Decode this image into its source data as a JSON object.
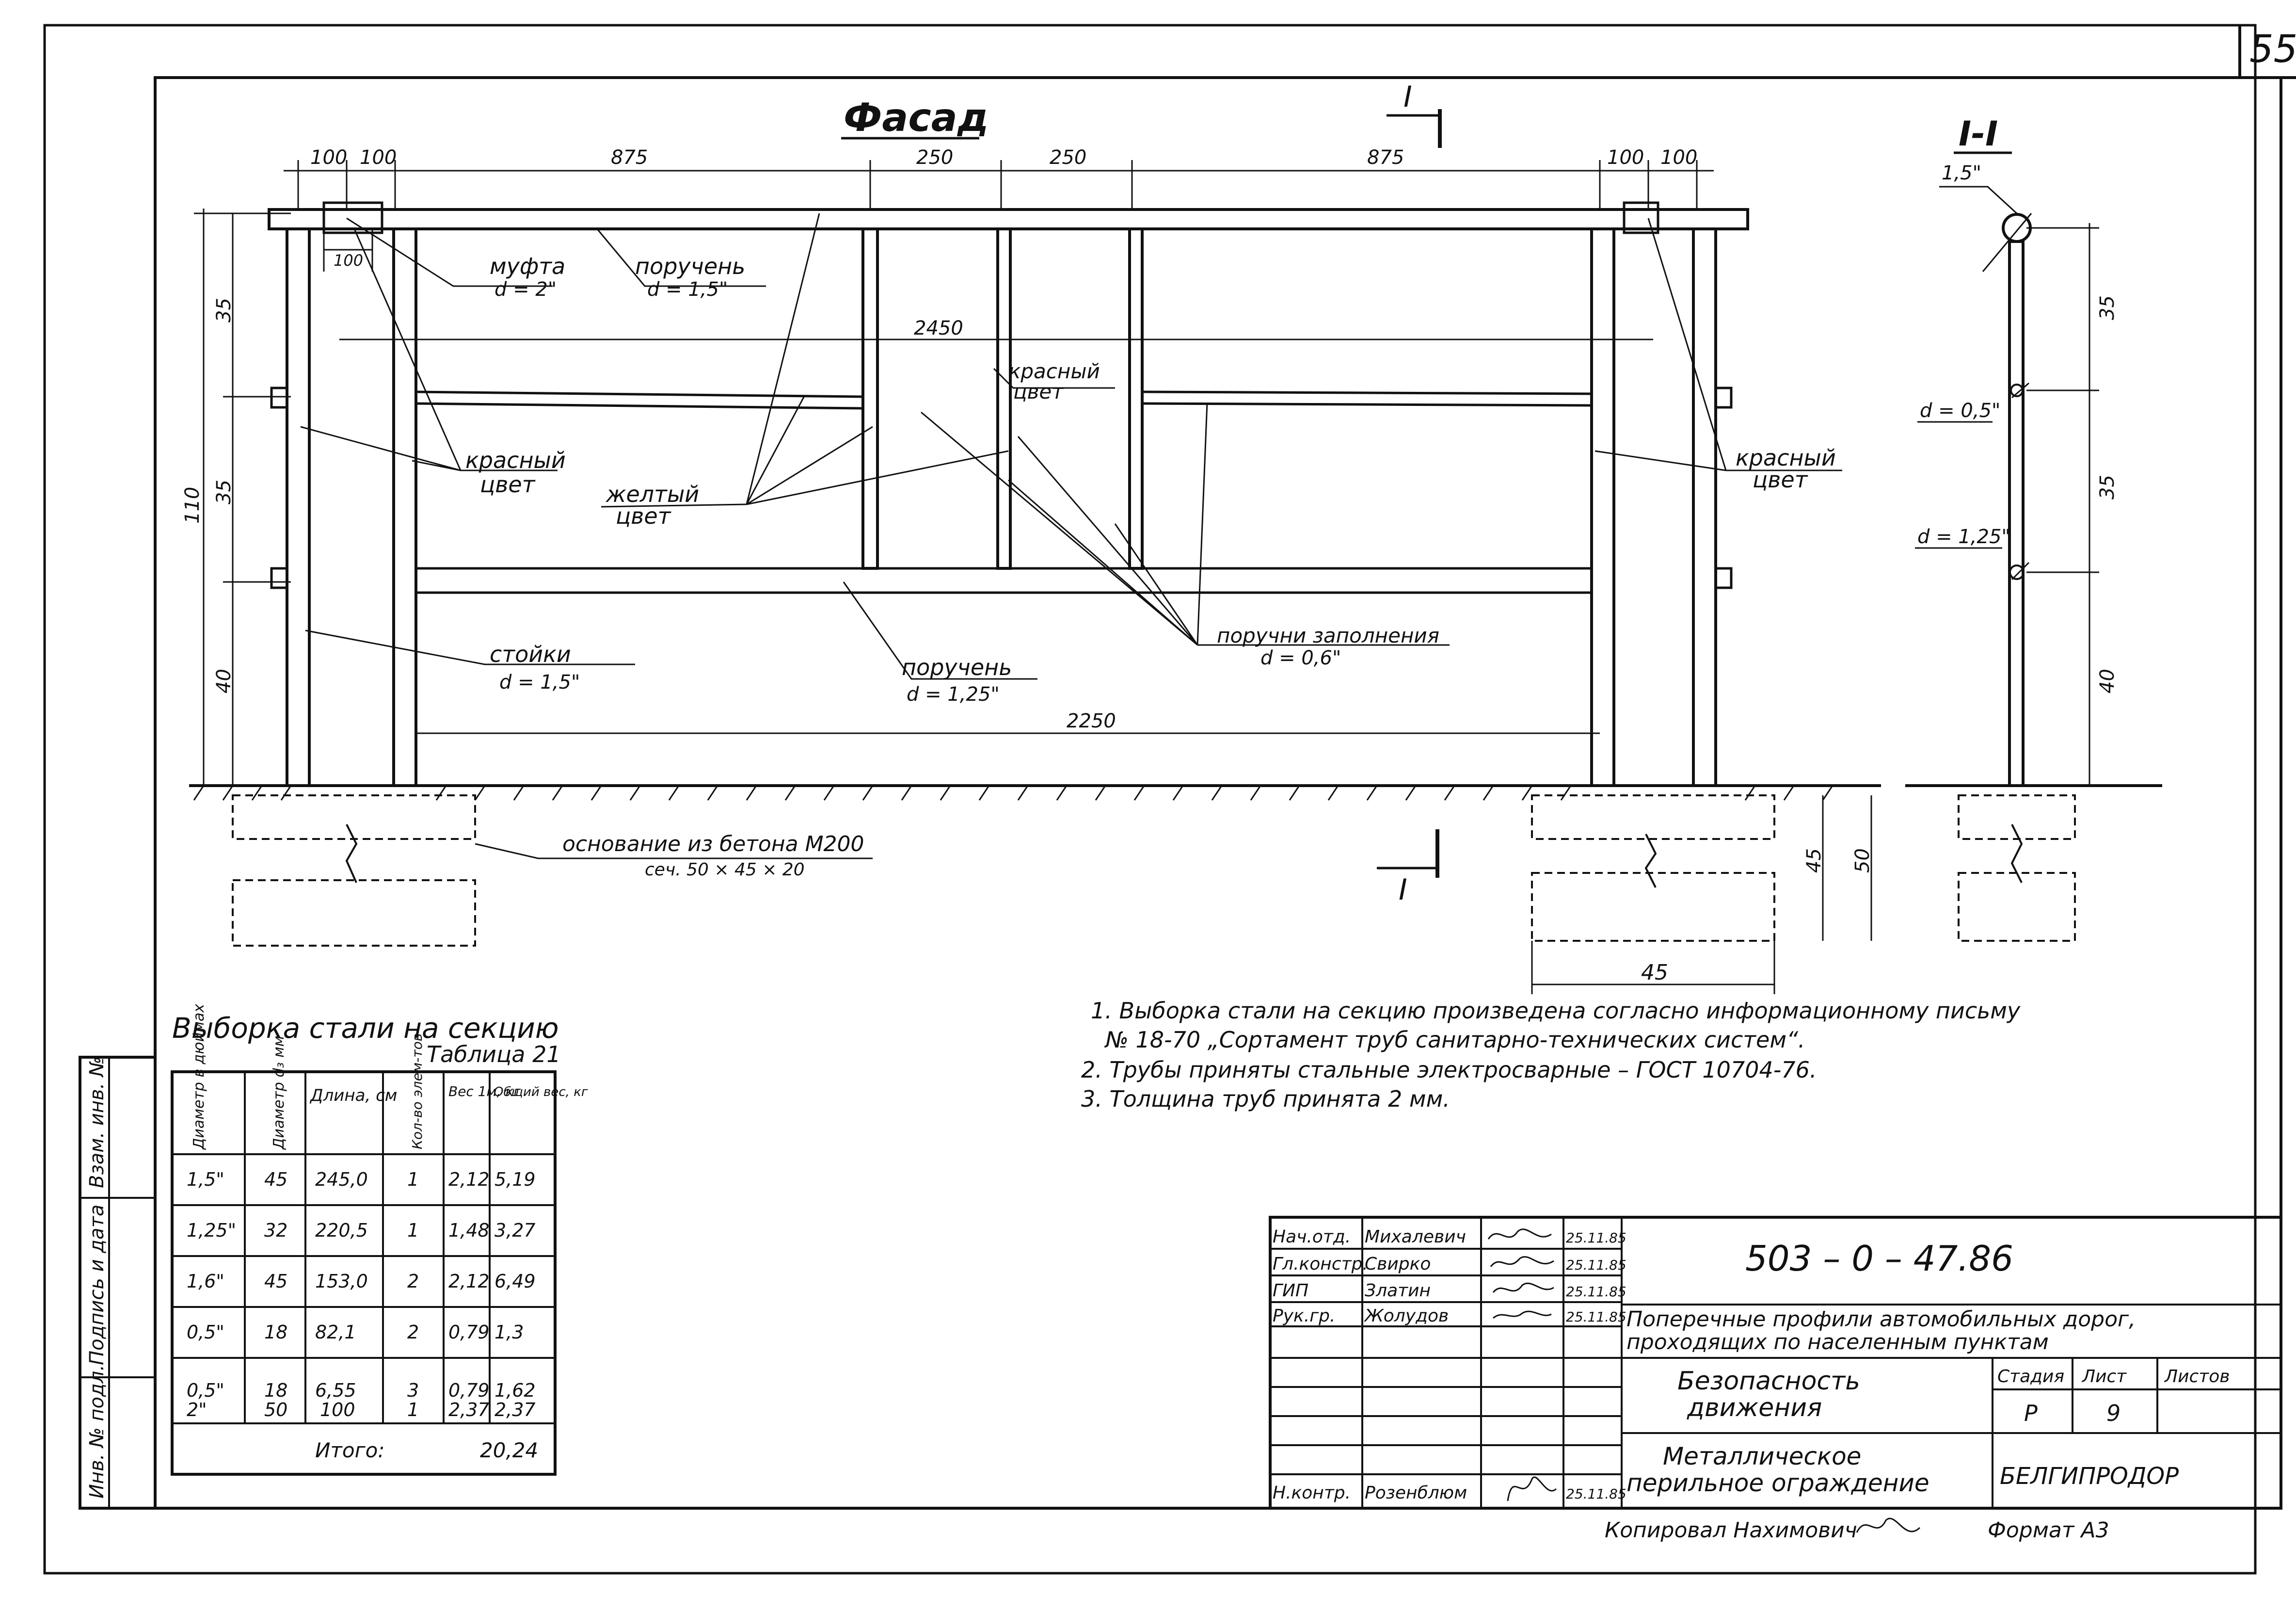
{
  "sheet": {
    "page_number": "55"
  },
  "facade": {
    "title": "Фасад",
    "section_mark": "I",
    "dims_top": [
      "100",
      "100",
      "875",
      "250",
      "250",
      "875",
      "100",
      "100"
    ],
    "dim_2450": "2450",
    "dim_2250": "2250",
    "dim_100": "100",
    "dims_left": [
      "35",
      "35",
      "40"
    ],
    "dim_total_left": "110",
    "labels": {
      "mufta": "муфта",
      "mufta_d": "d = 2\"",
      "poruchen_top": "поручень",
      "poruchen_top_d": "d = 1,5\"",
      "red_left": "красный",
      "red_left_2": "цвет",
      "yellow": "желтый",
      "yellow_2": "цвет",
      "red_mid": "красный",
      "red_mid_2": "цвет",
      "red_right": "красный",
      "red_right_2": "цвет",
      "stoyki": "стойки",
      "stoyki_d": "d = 1,5\"",
      "poruchen_low": "поручень",
      "poruchen_low_d": "d = 1,25\"",
      "fill_rails": "поручни заполнения",
      "fill_rails_d": "d = 0,6\"",
      "base": "основание из бетона М200",
      "base_sec": "сеч. 50 × 45 × 20"
    }
  },
  "section": {
    "title": "I-I",
    "top_d": "1,5\"",
    "d1": "d = 0,5\"",
    "d2": "d = 1,25\"",
    "dims": [
      "35",
      "35",
      "40"
    ],
    "footing_dims": [
      "45",
      "50",
      "45"
    ]
  },
  "steel_table": {
    "title": "Выборка стали на секцию",
    "subtitle": "Таблица 21",
    "headers": [
      "Диаметр в дюймах",
      "Диаметр d₃ мм",
      "Длина, см",
      "Кол-во элем-тов",
      "Вес 1м, кг",
      "Общий вес, кг"
    ],
    "rows": [
      [
        "1,5\"",
        "45",
        "245,0",
        "1",
        "2,12",
        "5,19"
      ],
      [
        "1,25\"",
        "32",
        "220,5",
        "1",
        "1,48",
        "3,27"
      ],
      [
        "1,6\"",
        "45",
        "153,0",
        "2",
        "2,12",
        "6,49"
      ],
      [
        "0,5\"",
        "18",
        "82,1",
        "2",
        "0,79",
        "1,3"
      ],
      [
        "0,5\"",
        "18",
        "6,55",
        "3",
        "0,79",
        "1,62"
      ],
      [
        "2\"",
        "50",
        "100",
        "1",
        "2,37",
        "2,37"
      ]
    ],
    "total_label": "Итого:",
    "total_value": "20,24"
  },
  "notes": [
    "1. Выборка стали на секцию произведена согласно информационному письму",
    "№ 18-70 „Сортамент труб санитарно-технических систем“.",
    "2. Трубы приняты стальные электросварные – ГОСТ 10704-76.",
    "3. Толщина труб принята 2 мм."
  ],
  "side_stamp": [
    "Инв. № подл.",
    "Подпись и дата",
    "Взам. инв. №"
  ],
  "title_block": {
    "roles": [
      "Нач.отд.",
      "Гл.констр.",
      "ГИП",
      "Рук.гр.",
      "",
      "",
      "",
      "",
      "Н.контр."
    ],
    "names": [
      "Михалевич",
      "Свирко",
      "Златин",
      "Жолудов",
      "",
      "",
      "",
      "",
      "Розенблюм"
    ],
    "dates": [
      "25.11.85",
      "25.11.85",
      "25.11.85",
      "25.11.85",
      "",
      "",
      "",
      "",
      "25.11.85"
    ],
    "code": "503 – 0 – 47.86",
    "project": [
      "Поперечные профили автомобильных дорог,",
      "проходящих по населенным пунктам"
    ],
    "section_name": [
      "Безопасность",
      "движения"
    ],
    "sheet_name": [
      "Металлическое",
      "перильное ограждение"
    ],
    "stage_label": "Стадия",
    "sheet_label": "Лист",
    "sheets_label": "Листов",
    "stage": "Р",
    "sheet": "9",
    "sheets": "",
    "org": "БЕЛГИПРОДОР",
    "copied": "Копировал Нахимович",
    "format": "Формат А3"
  }
}
